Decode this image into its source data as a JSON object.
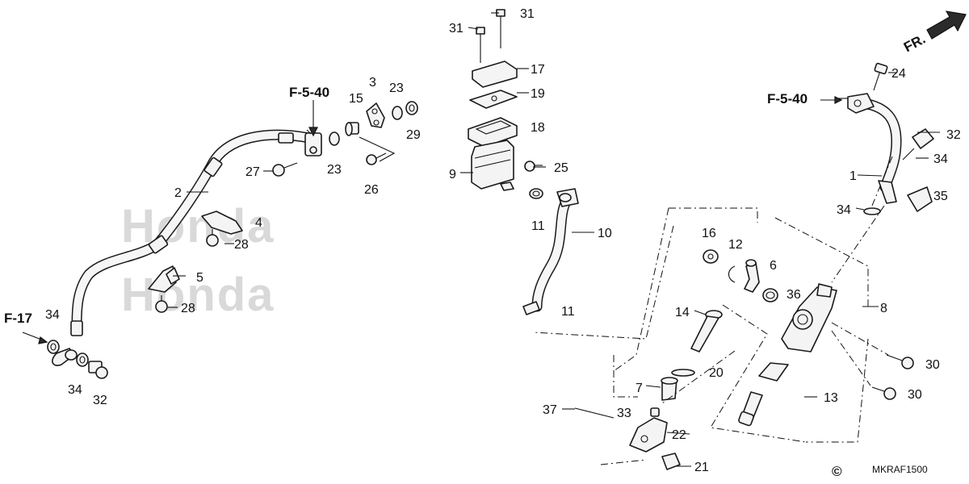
{
  "watermark": "Honda",
  "direction_label": "FR.",
  "drawing_code": "MKRAF1500",
  "copyright_symbol": "©",
  "references": {
    "f540_left": "F-5-40",
    "f540_right": "F-5-40",
    "f17": "F-17"
  },
  "callouts": {
    "c1": "1",
    "c2": "2",
    "c3": "3",
    "c4": "4",
    "c5": "5",
    "c6": "6",
    "c7": "7",
    "c8": "8",
    "c9": "9",
    "c10": "10",
    "c11a": "11",
    "c11b": "11",
    "c12": "12",
    "c13": "13",
    "c14": "14",
    "c15": "15",
    "c16": "16",
    "c17": "17",
    "c18": "18",
    "c19": "19",
    "c20": "20",
    "c21": "21",
    "c22": "22",
    "c23a": "23",
    "c23b": "23",
    "c24": "24",
    "c25": "25",
    "c26": "26",
    "c27": "27",
    "c28a": "28",
    "c28b": "28",
    "c29": "29",
    "c30a": "30",
    "c30b": "30",
    "c31a": "31",
    "c31b": "31",
    "c32a": "32",
    "c32b": "32",
    "c33": "33",
    "c34a": "34",
    "c34b": "34",
    "c34c": "34",
    "c34d": "34",
    "c35": "35",
    "c36": "36",
    "c37": "37"
  }
}
